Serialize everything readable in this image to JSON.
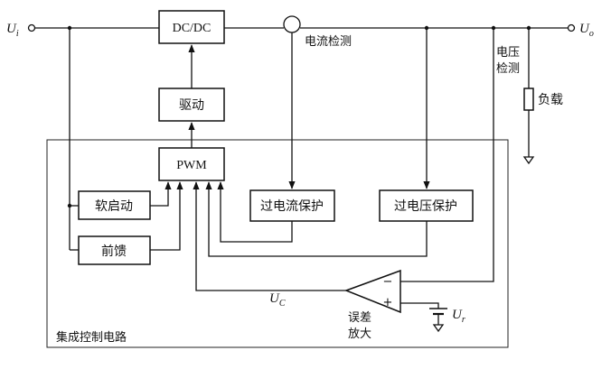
{
  "blocks": {
    "dcdc": "DC/DC",
    "drive": "驱动",
    "pwm": "PWM",
    "soft_start": "软启动",
    "feedforward": "前馈",
    "over_current": "过电流保护",
    "over_voltage": "过电压保护",
    "load": "负载"
  },
  "labels": {
    "current_detect": "电流检测",
    "voltage_detect_1": "电压",
    "voltage_detect_2": "检测",
    "error_amp_1": "误差",
    "error_amp_2": "放大",
    "ic_region": "集成控制电路",
    "minus": "−",
    "plus": "+"
  },
  "symbols": {
    "ui_main": "U",
    "ui_sub": "i",
    "uo_main": "U",
    "uo_sub": "o",
    "uc_main": "U",
    "uc_sub": "C",
    "ur_main": "U",
    "ur_sub": "r"
  }
}
